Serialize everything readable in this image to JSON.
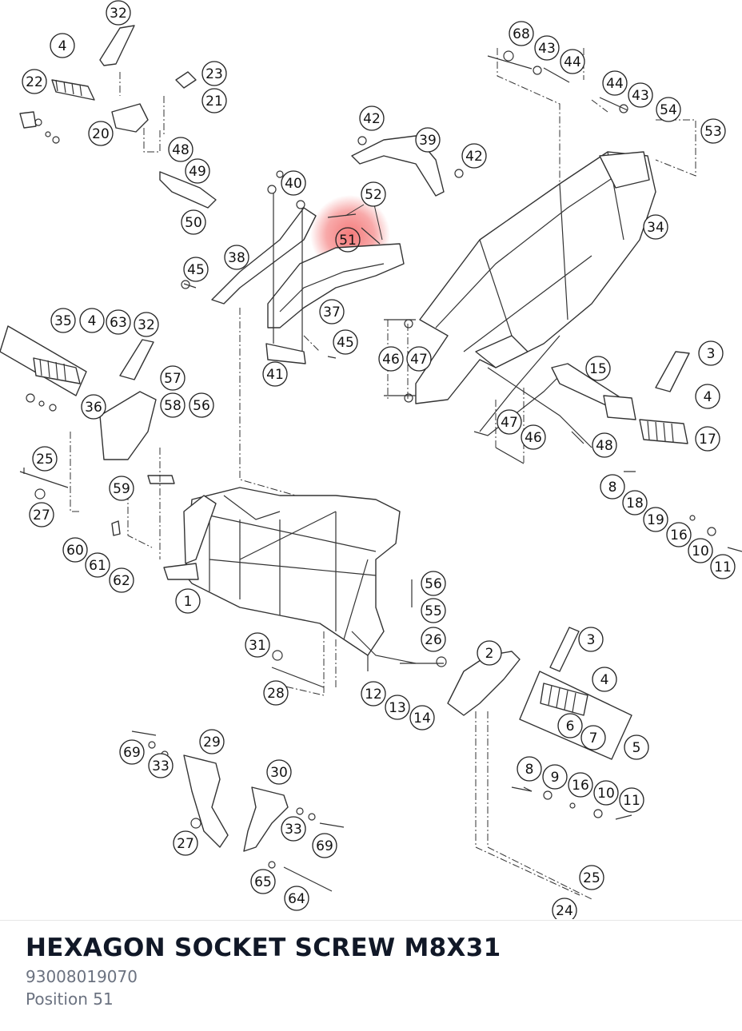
{
  "part": {
    "name": "HEXAGON SOCKET SCREW M8X31",
    "number": "93008019070",
    "position_label": "Position 51"
  },
  "highlight": {
    "callout": "51",
    "color": "#f26363"
  },
  "callouts": [
    "32",
    "4",
    "22",
    "23",
    "21",
    "20",
    "48",
    "49",
    "50",
    "42",
    "39",
    "40",
    "52",
    "51",
    "38",
    "45",
    "37",
    "41",
    "46",
    "47",
    "68",
    "43",
    "44",
    "54",
    "53",
    "34",
    "35",
    "63",
    "36",
    "57",
    "58",
    "56",
    "25",
    "27",
    "59",
    "60",
    "61",
    "62",
    "1",
    "15",
    "3",
    "17",
    "8",
    "18",
    "19",
    "16",
    "10",
    "11",
    "55",
    "26",
    "31",
    "28",
    "12",
    "13",
    "14",
    "2",
    "6",
    "7",
    "5",
    "9",
    "29",
    "69",
    "33",
    "30",
    "65",
    "64",
    "24"
  ]
}
